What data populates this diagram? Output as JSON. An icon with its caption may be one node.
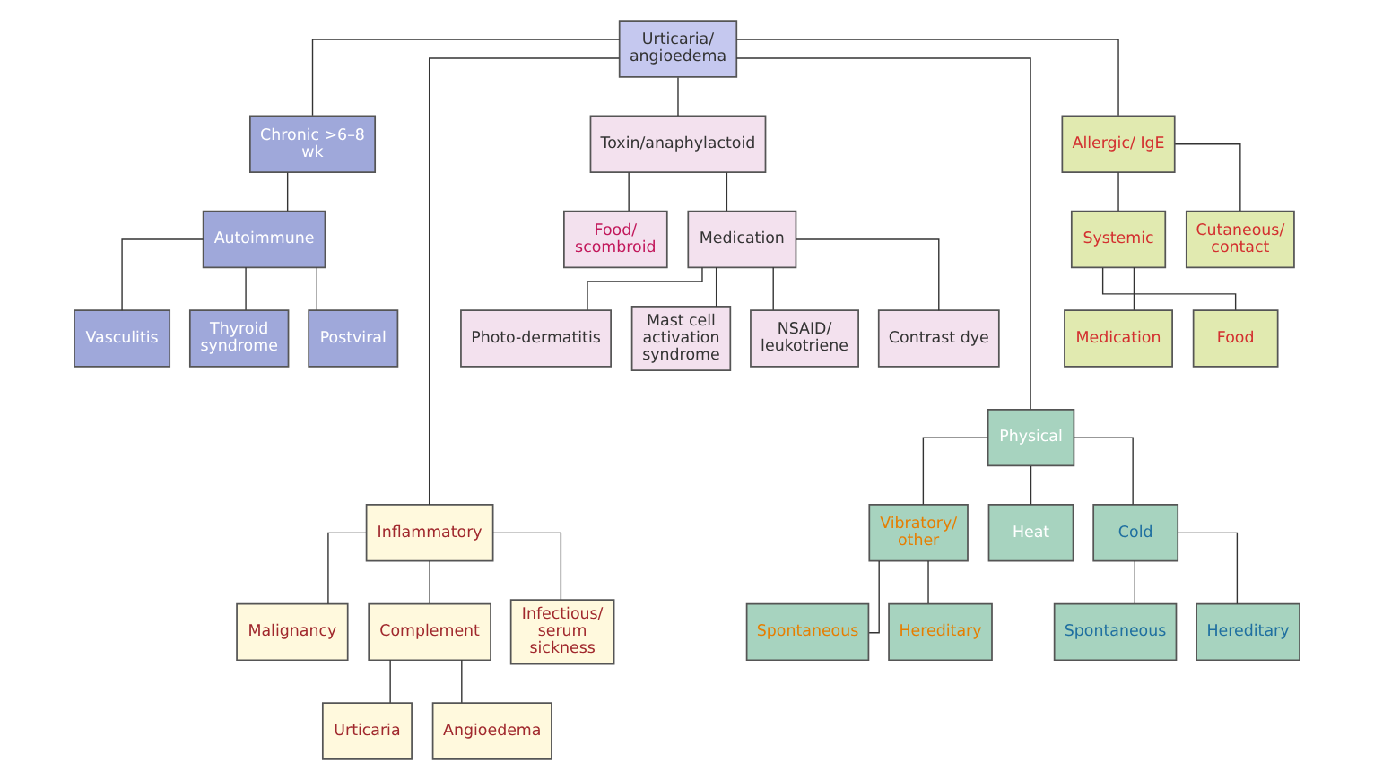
{
  "diagram": {
    "nodes": [
      {
        "text": [
          "Urticaria/ angioedema"
        ]
      },
      {
        "text": [
          "Chronic >6–8 wk"
        ]
      },
      {
        "text": [
          "Inflammatory"
        ]
      },
      {
        "text": [
          "Toxin/anaphylactoid"
        ]
      },
      {
        "text": [
          "Physical"
        ]
      },
      {
        "text": [
          "Allergic/ IgE"
        ]
      },
      {
        "text": [
          "Autoimmune"
        ]
      },
      {
        "text": [
          "Vasculitis"
        ]
      },
      {
        "text": [
          "Thyroid syndrome"
        ]
      },
      {
        "text": [
          "Postviral"
        ]
      },
      {
        "text": [
          "Food/ scombroid"
        ]
      },
      {
        "text": [
          "Medication"
        ]
      },
      {
        "text": [
          "Photo-dermatitis"
        ]
      },
      {
        "text": [
          "Mast cell activation syndrome"
        ]
      },
      {
        "text": [
          "NSAID/ leukotriene"
        ]
      },
      {
        "text": [
          "Contrast dye"
        ]
      },
      {
        "text": [
          "Systemic"
        ]
      },
      {
        "text": [
          "Cutaneous/ contact"
        ]
      },
      {
        "text": [
          "Medication"
        ]
      },
      {
        "text": [
          "Food"
        ]
      },
      {
        "text": [
          "Malignancy"
        ]
      },
      {
        "text": [
          "Complement"
        ]
      },
      {
        "text": [
          "Infectious/ serum sickness"
        ]
      },
      {
        "text": [
          "Urticaria"
        ]
      },
      {
        "text": [
          "Angioedema"
        ]
      },
      {
        "text": [
          "Vibratory/ other"
        ]
      },
      {
        "text": [
          "Heat"
        ]
      },
      {
        "text": [
          "Cold"
        ]
      },
      {
        "text": [
          "Spontaneous"
        ]
      },
      {
        "text": [
          "Hereditary"
        ]
      },
      {
        "text": [
          "Spontaneous"
        ]
      },
      {
        "text": [
          "Hereditary"
        ]
      }
    ],
    "edges": [
      {
        "from": 0,
        "to": 1,
        "arrow": "none"
      },
      {
        "from": 0,
        "to": 2,
        "arrow": "none"
      },
      {
        "from": 0,
        "to": 3,
        "arrow": "none"
      },
      {
        "from": 0,
        "to": 4,
        "arrow": "none"
      },
      {
        "from": 0,
        "to": 5,
        "arrow": "none"
      },
      {
        "from": 1,
        "to": 6,
        "arrow": "none"
      },
      {
        "from": 6,
        "to": 7,
        "arrow": "none"
      },
      {
        "from": 6,
        "to": 8,
        "arrow": "none"
      },
      {
        "from": 6,
        "to": 9,
        "arrow": "none"
      },
      {
        "from": 3,
        "to": 10,
        "arrow": "none"
      },
      {
        "from": 3,
        "to": 11,
        "arrow": "none"
      },
      {
        "from": 11,
        "to": 12,
        "arrow": "none"
      },
      {
        "from": 11,
        "to": 13,
        "arrow": "none"
      },
      {
        "from": 11,
        "to": 14,
        "arrow": "none"
      },
      {
        "from": 11,
        "to": 15,
        "arrow": "none"
      },
      {
        "from": 5,
        "to": 16,
        "arrow": "none"
      },
      {
        "from": 5,
        "to": 17,
        "arrow": "none"
      },
      {
        "from": 16,
        "to": 18,
        "arrow": "none"
      },
      {
        "from": 16,
        "to": 19,
        "arrow": "none"
      },
      {
        "from": 2,
        "to": 20,
        "arrow": "none"
      },
      {
        "from": 2,
        "to": 21,
        "arrow": "none"
      },
      {
        "from": 2,
        "to": 22,
        "arrow": "none"
      },
      {
        "from": 21,
        "to": 23,
        "arrow": "none"
      },
      {
        "from": 21,
        "to": 24,
        "arrow": "none"
      },
      {
        "from": 4,
        "to": 25,
        "arrow": "none"
      },
      {
        "from": 4,
        "to": 26,
        "arrow": "none"
      },
      {
        "from": 4,
        "to": 27,
        "arrow": "none"
      },
      {
        "from": 25,
        "to": 28,
        "arrow": "none"
      },
      {
        "from": 25,
        "to": 29,
        "arrow": "none"
      },
      {
        "from": 27,
        "to": 30,
        "arrow": "none"
      },
      {
        "from": 27,
        "to": 31,
        "arrow": "none"
      }
    ]
  }
}
